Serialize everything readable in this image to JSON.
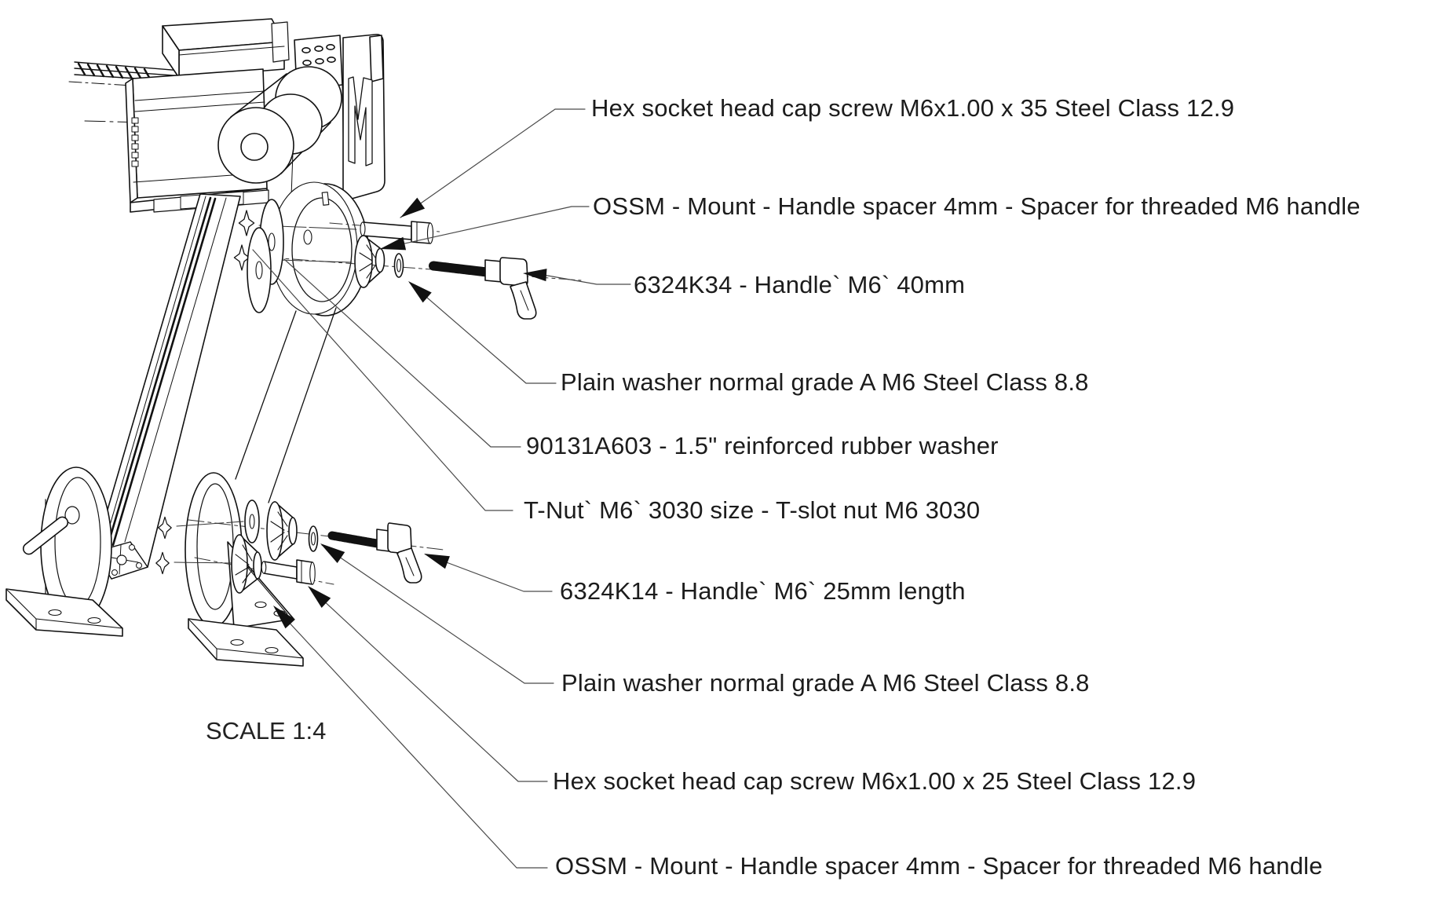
{
  "diagram": {
    "background": "#ffffff",
    "line_color": "#111111",
    "leader_color": "#4a4a4a",
    "scale_note": "SCALE 1:4",
    "callouts": [
      {
        "id": "hex-screw-35",
        "text": "Hex socket head cap screw M6x1.00 x 35 Steel Class 12.9"
      },
      {
        "id": "ossm-spacer-top",
        "text": "OSSM - Mount - Handle spacer 4mm - Spacer for threaded M6 handle"
      },
      {
        "id": "handle-40mm",
        "text": "6324K34 - Handle` M6` 40mm"
      },
      {
        "id": "plain-washer-top",
        "text": "Plain washer normal grade A M6 Steel Class 8.8"
      },
      {
        "id": "rubber-washer",
        "text": "90131A603 - 1.5\" reinforced rubber washer"
      },
      {
        "id": "t-nut-3030",
        "text": "T-Nut` M6` 3030 size - T-slot nut M6 3030"
      },
      {
        "id": "handle-25mm",
        "text": "6324K14 - Handle` M6` 25mm length"
      },
      {
        "id": "plain-washer-bottom",
        "text": "Plain washer normal grade A M6 Steel Class 8.8"
      },
      {
        "id": "hex-screw-25",
        "text": "Hex socket head cap screw M6x1.00 x 25 Steel Class 12.9"
      },
      {
        "id": "ossm-spacer-bottom",
        "text": "OSSM - Mount - Handle spacer 4mm - Spacer for threaded M6 handle"
      }
    ]
  }
}
